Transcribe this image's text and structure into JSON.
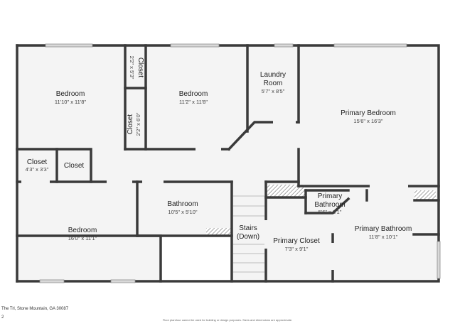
{
  "rooms": {
    "bedroom_nw": {
      "name": "Bedroom",
      "dims": "11'10\" x 11'8\""
    },
    "closet_v1": {
      "name": "Closet",
      "dims": "2'2\" x 5'3\""
    },
    "closet_v2": {
      "name": "Closet",
      "dims": "2'2\" x 6'0\""
    },
    "bedroom_n": {
      "name": "Bedroom",
      "dims": "11'2\" x 11'8\""
    },
    "laundry": {
      "name": "Laundry",
      "name2": "Room",
      "dims": "5'7\" x 8'5\""
    },
    "primary_bedroom": {
      "name": "Primary Bedroom",
      "dims": "15'6\" x 16'3\""
    },
    "closet_w": {
      "name": "Closet",
      "dims": "4'3\" x 3'3\""
    },
    "closet_hall": {
      "name": "Closet"
    },
    "bathroom": {
      "name": "Bathroom",
      "dims": "10'5\" x 5'10\""
    },
    "primary_bath_small": {
      "name": "Primary",
      "name2": "Bathroom",
      "dims": "5'6\" x 3'1\""
    },
    "primary_bathroom": {
      "name": "Primary Bathroom",
      "dims": "11'8\" x 10'1\""
    },
    "bedroom_sw": {
      "name": "Bedroom",
      "dims": "16'0\" x 11'1\""
    },
    "stairs": {
      "name": "Stairs",
      "name2": "(Down)"
    },
    "primary_closet": {
      "name": "Primary Closet",
      "dims": "7'3\" x 9'1\""
    }
  },
  "footer": {
    "address": "The Trl, Stone Mountain, GA 30087",
    "page_number": "2",
    "disclaimer": "Floor plan/tour cannot be used for building or design purposes. Sizes and dimensions are approximate."
  },
  "colors": {
    "wall": "#3a3a3a",
    "floor": "#f4f4f4",
    "window": "#d9d9d9"
  }
}
